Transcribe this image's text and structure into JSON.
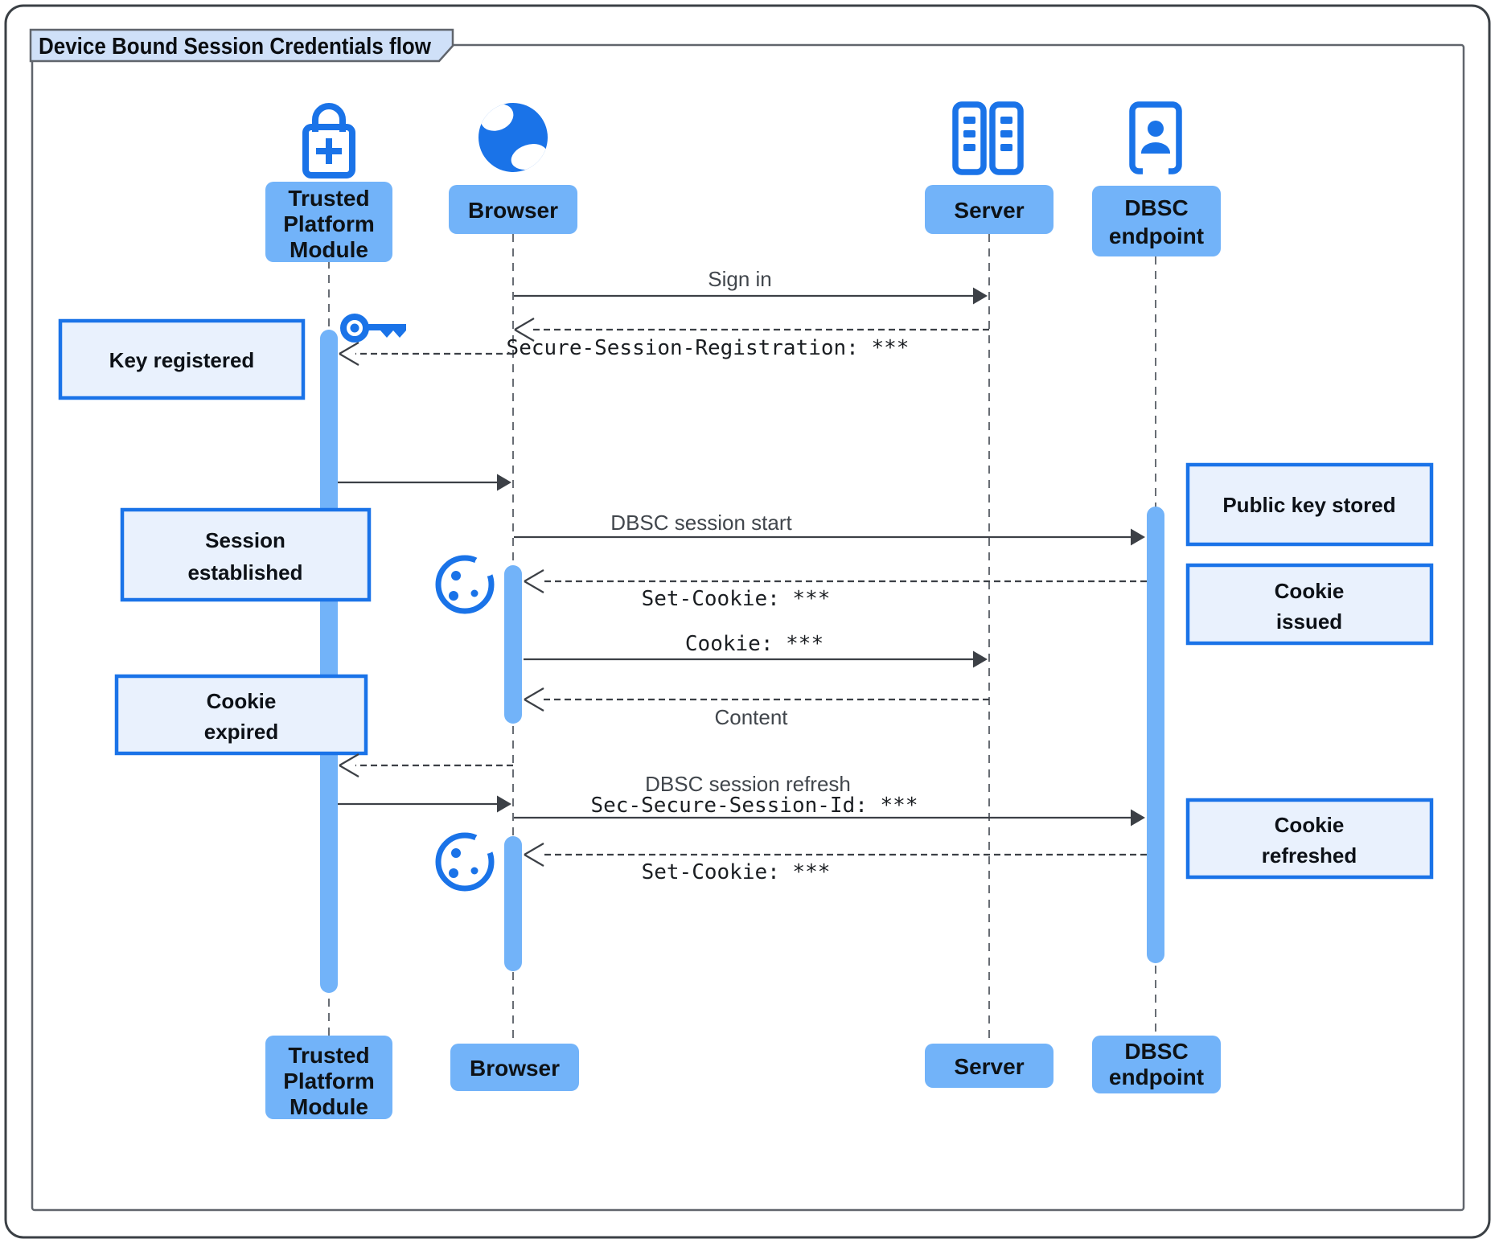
{
  "title": "Device Bound Session Credentials flow",
  "actors": {
    "tpm": {
      "lines": [
        "Trusted",
        "Platform",
        "Module"
      ],
      "icon": "lock-plus-icon"
    },
    "browser": {
      "lines": [
        "Browser"
      ],
      "icon": "globe-icon"
    },
    "server": {
      "lines": [
        "Server"
      ],
      "icon": "server-rack-icon"
    },
    "dbsc": {
      "lines": [
        "DBSC",
        "endpoint"
      ],
      "icon": "person-door-icon"
    }
  },
  "messages": {
    "sign_in": "Sign in",
    "secure_session_registration": "Secure-Session-Registration: ***",
    "dbsc_session_start": "DBSC session start",
    "set_cookie_1": "Set-Cookie: ***",
    "cookie": "Cookie: ***",
    "content": "Content",
    "dbsc_session_refresh": "DBSC session refresh",
    "sec_secure_session_id": "Sec-Secure-Session-Id: ***",
    "set_cookie_2": "Set-Cookie: ***"
  },
  "notes": {
    "key_registered": {
      "lines": [
        "Key registered"
      ]
    },
    "session_established": {
      "lines": [
        "Session",
        "established"
      ]
    },
    "cookie_expired": {
      "lines": [
        "Cookie",
        "expired"
      ]
    },
    "public_key_stored": {
      "lines": [
        "Public key stored"
      ]
    },
    "cookie_issued": {
      "lines": [
        "Cookie",
        "issued"
      ]
    },
    "cookie_refreshed": {
      "lines": [
        "Cookie",
        "refreshed"
      ]
    }
  },
  "icons": {
    "key": "key-icon",
    "cookie": "cookie-icon"
  },
  "colors": {
    "accent_blue": "#1a73e8",
    "actor_fill": "#72b3f9",
    "note_fill": "#e9f1fd",
    "note_border": "#1a73e8",
    "title_fill": "#cfe0f8",
    "line": "#3c4046"
  }
}
